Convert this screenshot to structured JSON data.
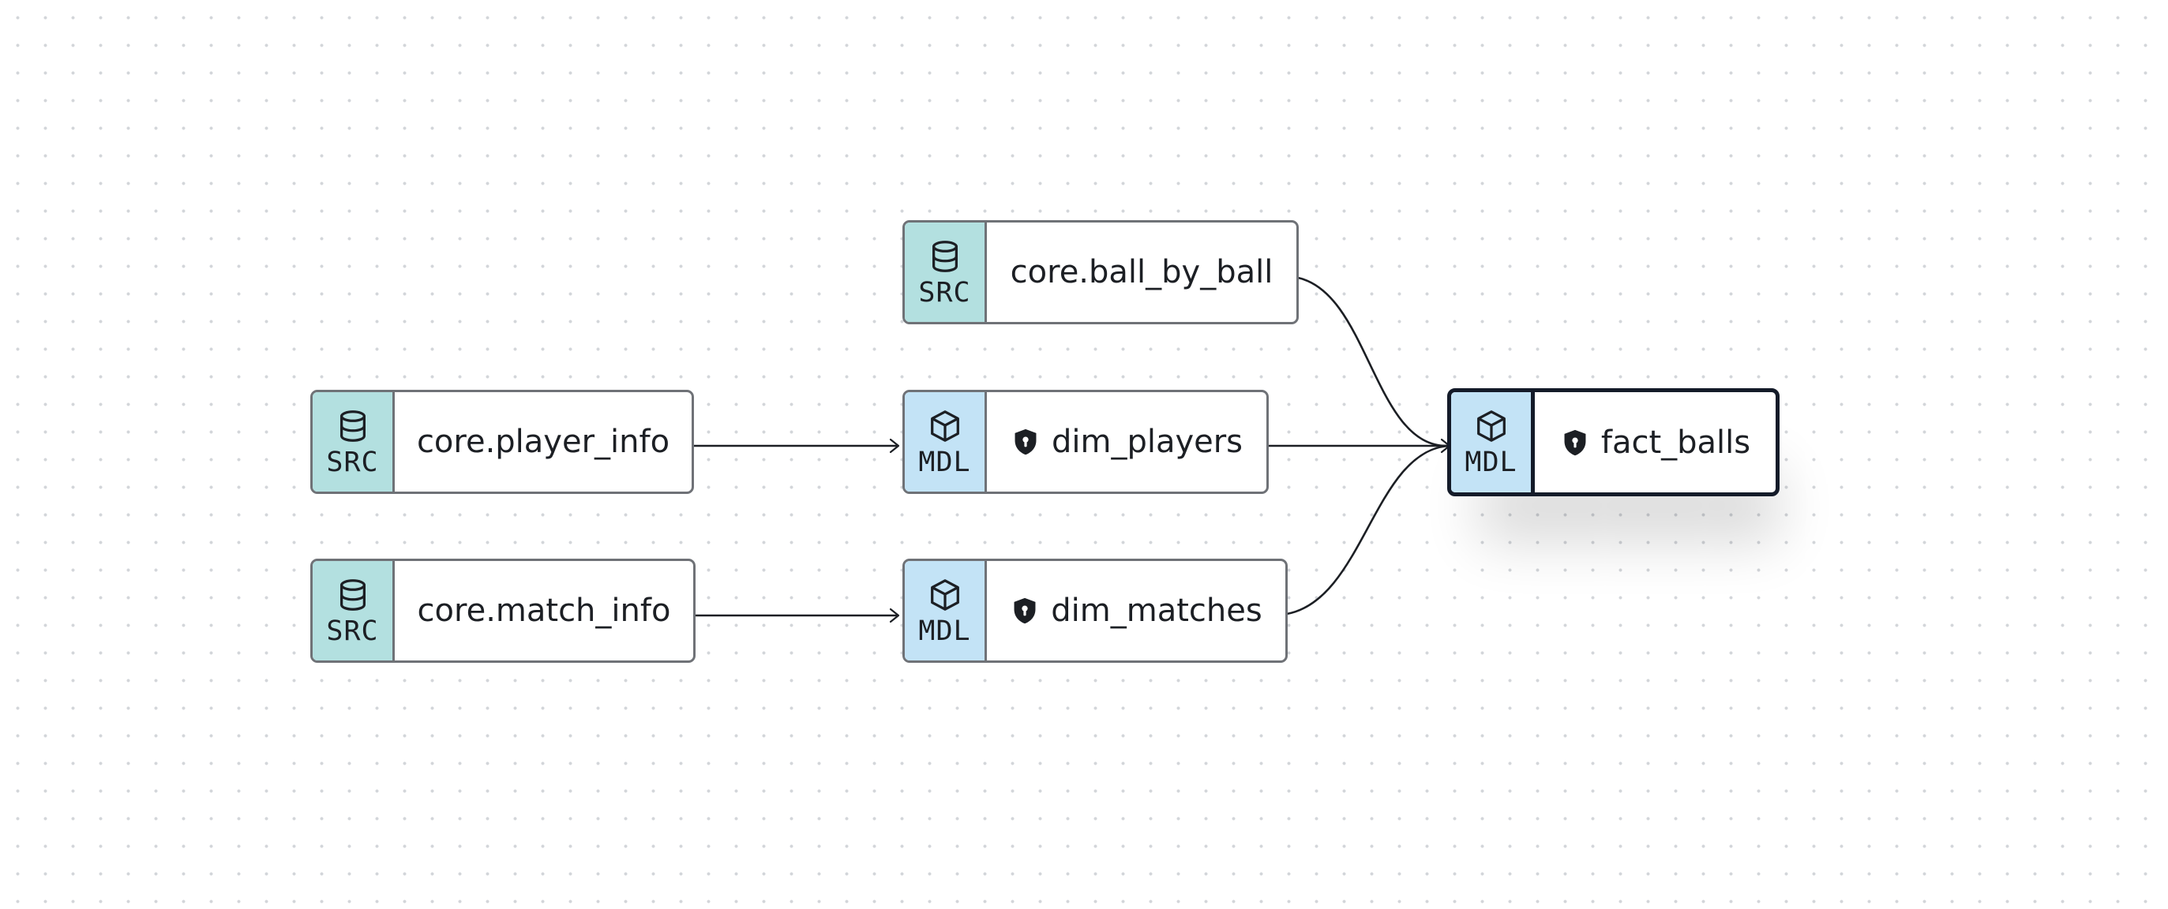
{
  "nodes": {
    "ball_by_ball": {
      "type_label": "SRC",
      "icon": "database-icon",
      "name": "core.ball_by_ball"
    },
    "player_info": {
      "type_label": "SRC",
      "icon": "database-icon",
      "name": "core.player_info"
    },
    "match_info": {
      "type_label": "SRC",
      "icon": "database-icon",
      "name": "core.match_info"
    },
    "dim_players": {
      "type_label": "MDL",
      "icon": "cube-icon",
      "name": "dim_players",
      "badge_icon": "shield-icon"
    },
    "dim_matches": {
      "type_label": "MDL",
      "icon": "cube-icon",
      "name": "dim_matches",
      "badge_icon": "shield-icon"
    },
    "fact_balls": {
      "type_label": "MDL",
      "icon": "cube-icon",
      "name": "fact_balls",
      "badge_icon": "shield-icon",
      "selected": true
    }
  },
  "edges": [
    {
      "from": "core.ball_by_ball",
      "to": "fact_balls"
    },
    {
      "from": "core.player_info",
      "to": "dim_players"
    },
    {
      "from": "core.match_info",
      "to": "dim_matches"
    },
    {
      "from": "dim_players",
      "to": "fact_balls"
    },
    {
      "from": "dim_matches",
      "to": "fact_balls"
    }
  ],
  "colors": {
    "source_badge": "#b3e0e0",
    "model_badge": "#c3e3f6",
    "node_border": "#6f7277",
    "selected_border": "#141b29",
    "edge": "#1c1f24"
  }
}
